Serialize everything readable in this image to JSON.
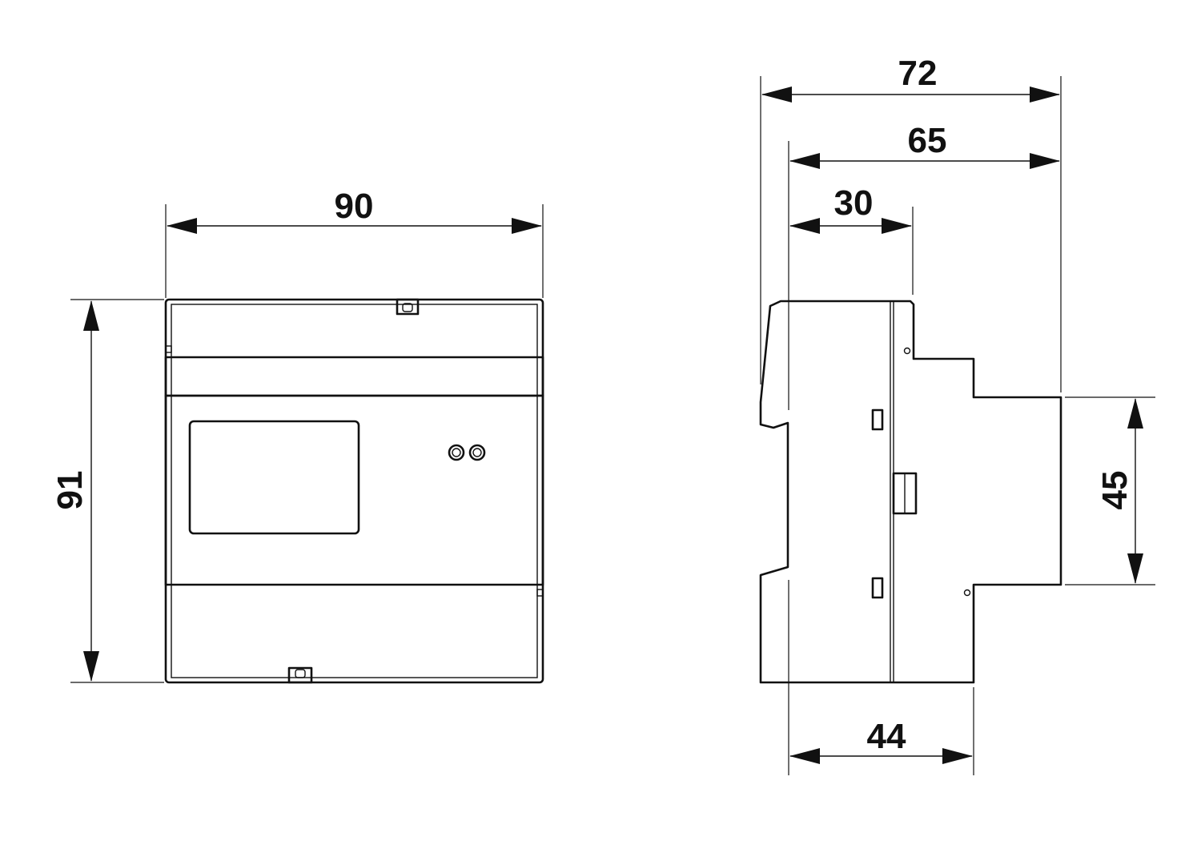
{
  "front_view": {
    "width_label": "90",
    "height_label": "91"
  },
  "side_view": {
    "overall_depth_label": "72",
    "depth_from_rail_label": "65",
    "front_step_label": "30",
    "rail_width_label": "45",
    "base_depth_label": "44"
  },
  "colors": {
    "line": "#111111",
    "background": "#ffffff"
  }
}
